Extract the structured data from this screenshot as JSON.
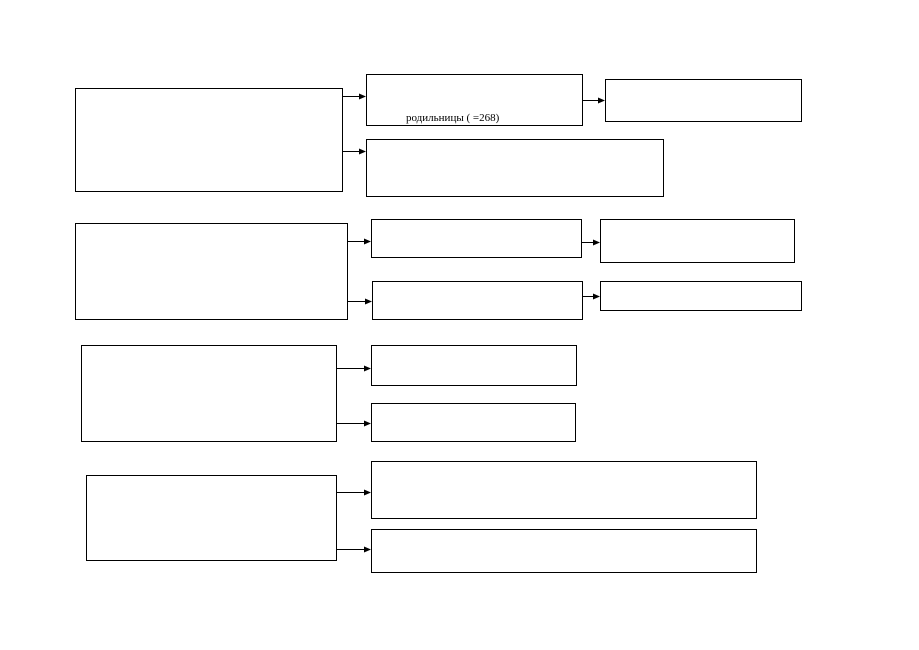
{
  "diagram": {
    "nodes": [
      {
        "id": "g1-source",
        "text": ""
      },
      {
        "id": "g1-target-a",
        "text": "родильницы (  =268)"
      },
      {
        "id": "g1-target-a-next",
        "text": ""
      },
      {
        "id": "g1-target-b",
        "text": ""
      },
      {
        "id": "g2-source",
        "text": ""
      },
      {
        "id": "g2-target-a",
        "text": ""
      },
      {
        "id": "g2-target-a-next",
        "text": ""
      },
      {
        "id": "g2-target-b",
        "text": ""
      },
      {
        "id": "g2-target-b-next",
        "text": ""
      },
      {
        "id": "g3-source",
        "text": ""
      },
      {
        "id": "g3-target-a",
        "text": ""
      },
      {
        "id": "g3-target-b",
        "text": ""
      },
      {
        "id": "g4-source",
        "text": ""
      },
      {
        "id": "g4-target-a",
        "text": ""
      },
      {
        "id": "g4-target-b",
        "text": ""
      }
    ],
    "edges": [
      {
        "from": "g1-source",
        "to": "g1-target-a"
      },
      {
        "from": "g1-target-a",
        "to": "g1-target-a-next"
      },
      {
        "from": "g1-source",
        "to": "g1-target-b"
      },
      {
        "from": "g2-source",
        "to": "g2-target-a"
      },
      {
        "from": "g2-target-a",
        "to": "g2-target-a-next"
      },
      {
        "from": "g2-source",
        "to": "g2-target-b"
      },
      {
        "from": "g2-target-b",
        "to": "g2-target-b-next"
      },
      {
        "from": "g3-source",
        "to": "g3-target-a"
      },
      {
        "from": "g3-source",
        "to": "g3-target-b"
      },
      {
        "from": "g4-source",
        "to": "g4-target-a"
      },
      {
        "from": "g4-source",
        "to": "g4-target-b"
      }
    ]
  }
}
